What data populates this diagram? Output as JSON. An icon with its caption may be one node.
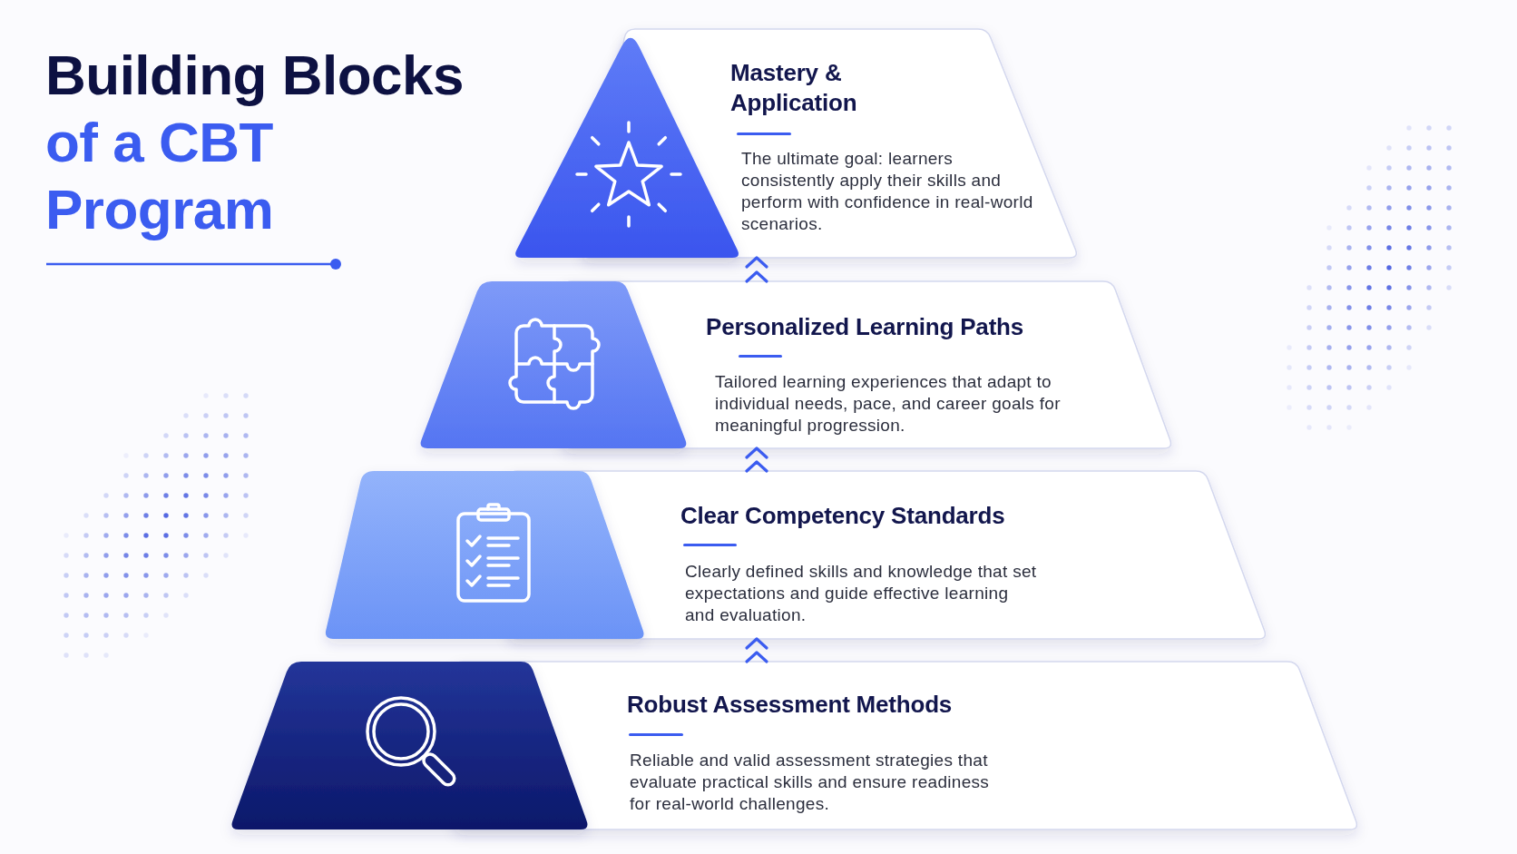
{
  "diagram": {
    "title": "Building Blocks of a CBT Program",
    "nodes": [
      {
        "text": [
          "Mastery & Application",
          "The ultimate goal: learners consistently apply their skills and perform with confidence in real-world scenarios."
        ]
      },
      {
        "text": [
          "Personalized Learning Paths",
          "Tailored learning experiences that adapt to individual needs, pace, and career goals for meaningful progression."
        ]
      },
      {
        "text": [
          "Clear Competency Standards",
          "Clearly defined skills and knowledge that set expectations and guide effective learning and evaluation."
        ]
      },
      {
        "text": [
          "Robust Assessment Methods",
          "Reliable and valid assessment strategies that evaluate practical skills and ensure readiness for real-world challenges."
        ]
      }
    ],
    "edges": [
      {
        "from": 1,
        "to": 0,
        "arrow": "to"
      },
      {
        "from": 2,
        "to": 1,
        "arrow": "to"
      },
      {
        "from": 3,
        "to": 2,
        "arrow": "to"
      }
    ]
  }
}
